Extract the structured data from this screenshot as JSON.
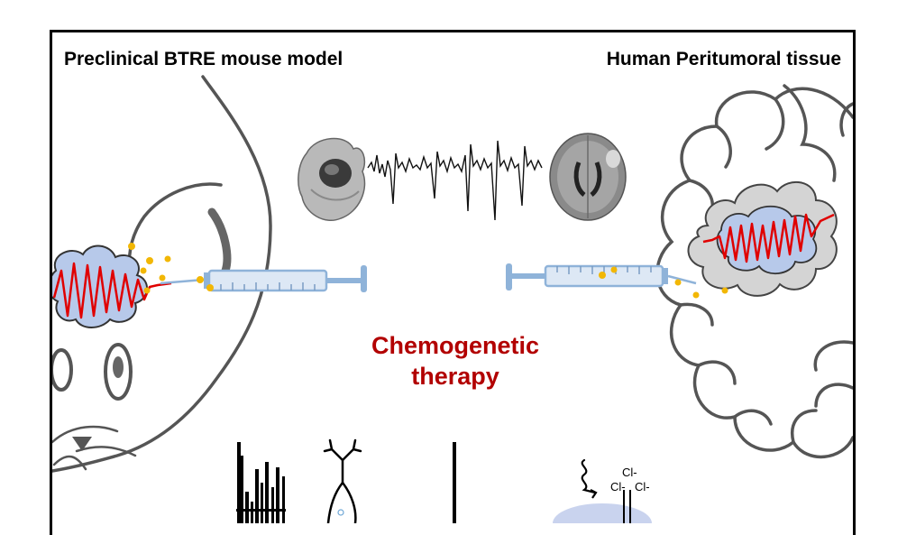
{
  "panels": {
    "left_title": "Preclinical BTRE mouse model",
    "right_title": "Human Peritumoral tissue"
  },
  "center": {
    "line1": "Chemogenetic",
    "line2": "therapy"
  },
  "ions": {
    "a": "Cl-",
    "b": "Cl-",
    "c": "Cl-"
  },
  "colors": {
    "label_red": "#b20000",
    "signal_red": "#e00000",
    "tumor_blue": "#b7c9ea",
    "particle_yellow": "#f2b705",
    "syringe_blue": "#8fb3d9",
    "outline_gray": "#555555"
  }
}
